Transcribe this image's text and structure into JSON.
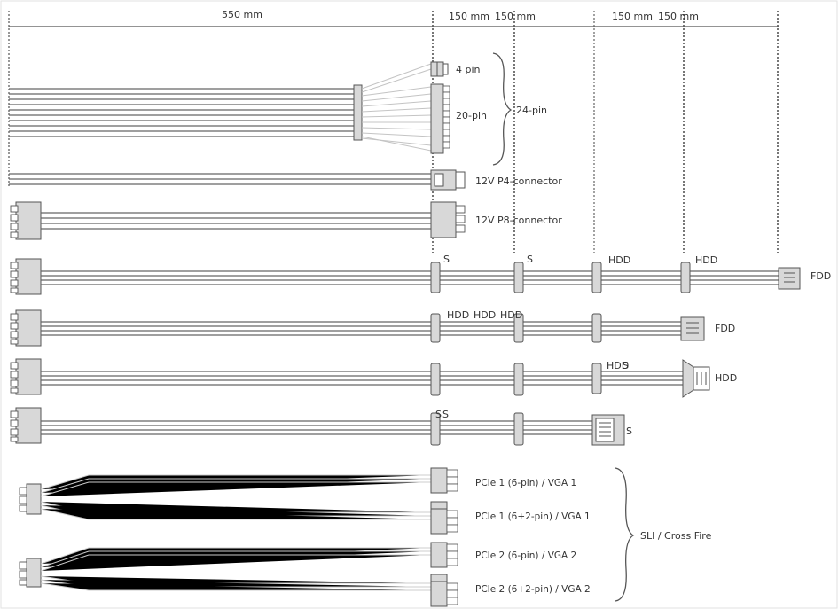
{
  "dimensions": {
    "main_length": "550 mm",
    "seg_a": "150 mm",
    "seg_b": "150 mm",
    "seg_c": "150 mm",
    "seg_d": "150 mm"
  },
  "atx": {
    "pin4": "4 pin",
    "pin20": "20-pin",
    "pin24": "24-pin"
  },
  "cpu": {
    "p4": "12V P4-connector",
    "p8": "12V P8-connector"
  },
  "rows": {
    "r1": {
      "c1": "S",
      "c2": "S",
      "hdd1": "HDD",
      "hdd2": "HDD",
      "end": "FDD"
    },
    "r2": {
      "hdd1": "HDD",
      "hdd2": "HDD",
      "hdd3": "HDD",
      "end": "FDD"
    },
    "r3": {
      "mid": "HDD",
      "s": "S",
      "end": "HDD"
    },
    "r4": {
      "s1": "S",
      "s2": "S",
      "end": "S"
    }
  },
  "pcie": {
    "c1": "PCIe 1 (6-pin) / VGA 1",
    "c2": "PCIe 1 (6+2-pin) / VGA 1",
    "c3": "PCIe 2 (6-pin) / VGA 2",
    "c4": "PCIe 2 (6+2-pin) / VGA 2",
    "group": "SLI / Cross Fire"
  },
  "colors": {
    "line": "#555555",
    "fill": "#d8d8d8",
    "light": "#c8c8c8"
  }
}
